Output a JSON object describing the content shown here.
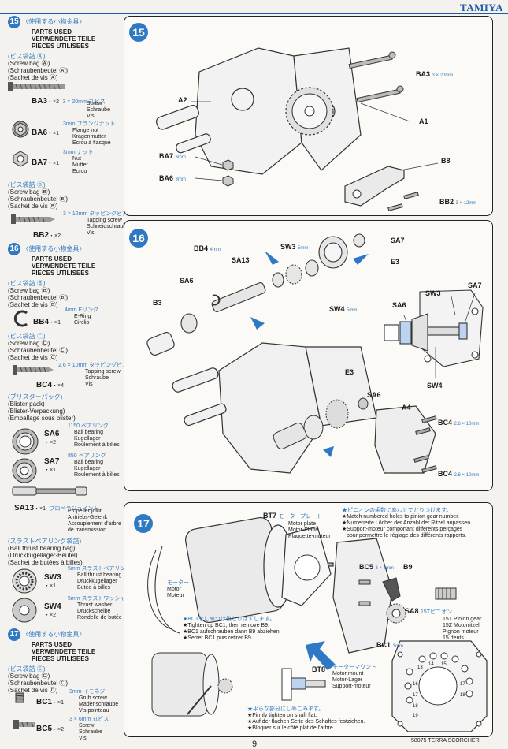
{
  "header": {
    "brand": "TAMIYA"
  },
  "left": {
    "s15": {
      "num": "15",
      "jp": "〈使用する小物金具〉",
      "title": [
        "PARTS USED",
        "VERWENDETE TEILE",
        "PIECES UTILISEES"
      ],
      "bagA": [
        "(ビス袋詰 Ⓐ)",
        "(Screw bag Ⓐ)",
        "(Schraubenbeutel Ⓐ)",
        "(Sachet de vis Ⓐ)"
      ],
      "parts": [
        {
          "code": "BA3",
          "qty": "・×2",
          "jp": "3 × 20mm 丸ビス",
          "desc": [
            "Screw",
            "Schraube",
            "Vis"
          ]
        },
        {
          "code": "BA6",
          "qty": "・×1",
          "jp": "3mm フランジナット",
          "desc": [
            "Flange nut",
            "Kragenmutter",
            "Ecrou à flasque"
          ]
        },
        {
          "code": "BA7",
          "qty": "・×1",
          "jp": "3mm ナット",
          "desc": [
            "Nut",
            "Mutter",
            "Ecrou"
          ]
        }
      ],
      "bagB": [
        "(ビス袋詰 Ⓑ)",
        "(Screw bag Ⓑ)",
        "(Schraubenbeutel Ⓑ)",
        "(Sachet de vis Ⓑ)"
      ],
      "partB": {
        "code": "BB2",
        "qty": "・×2",
        "jp": "3 × 12mm タッピングビス",
        "desc": [
          "Tapping screw",
          "Schneidschraube",
          "Vis"
        ]
      }
    },
    "s16": {
      "num": "16",
      "jp": "〈使用する小物金具〉",
      "title": [
        "PARTS USED",
        "VERWENDETE TEILE",
        "PIECES UTILISEES"
      ],
      "bagB": [
        "(ビス袋詰 Ⓑ)",
        "(Screw bag Ⓑ)",
        "(Schraubenbeutel Ⓑ)",
        "(Sachet de vis Ⓑ)"
      ],
      "bb4": {
        "code": "BB4",
        "qty": "・×1",
        "jp": "4mm Eリング",
        "desc": [
          "E-Ring",
          "Circlip"
        ]
      },
      "bagC": [
        "(ビス袋詰 Ⓒ)",
        "(Screw bag Ⓒ)",
        "(Schraubenbeutel Ⓒ)",
        "(Sachet de vis Ⓒ)"
      ],
      "bc4": {
        "code": "BC4",
        "qty": "・×4",
        "jp": "2.6 × 10mm タッピングビス",
        "desc": [
          "Tapping screw",
          "Schraube",
          "Vis"
        ]
      },
      "blister": [
        "(ブリスターパック)",
        "(Blister pack)",
        "(Blister-Verpackung)",
        "(Emballage sous blister)"
      ],
      "sa6": {
        "code": "SA6",
        "qty": "・×2",
        "jp": "1150 ベアリング",
        "desc": [
          "Ball bearing",
          "Kugellager",
          "Roulement à billes"
        ]
      },
      "sa7": {
        "code": "SA7",
        "qty": "・×1",
        "jp": "850 ベアリング",
        "desc": [
          "Ball bearing",
          "Kugellager",
          "Roulement à billes"
        ]
      },
      "sa13": {
        "code": "SA13",
        "qty": "・×1",
        "jp": "プロペラジョイント",
        "desc": [
          "Propeller joint",
          "Antriebs-Gelenk",
          "Accouplement d'arbre",
          "de transmission"
        ]
      },
      "thrust": [
        "(スラストベアリング袋詰)",
        "(Ball thrust bearing bag)",
        "(Druckkugellager-Beutel)",
        "(Sachet de butées à billes)"
      ],
      "sw3": {
        "code": "SW3",
        "qty": "・×1",
        "jp": "5mm スラストベアリング",
        "desc": [
          "Ball thrust bearing",
          "Druckkugellager",
          "Butée à billes"
        ]
      },
      "sw4": {
        "code": "SW4",
        "qty": "・×2",
        "jp": "5mm スラストワッシャー",
        "desc": [
          "Thrust washer",
          "Druckscheibe",
          "Rondelle de butée"
        ]
      }
    },
    "s17": {
      "num": "17",
      "jp": "〈使用する小物金具〉",
      "title": [
        "PARTS USED",
        "VERWENDETE TEILE",
        "PIECES UTILISEES"
      ],
      "bagC": [
        "(ビス袋詰 Ⓒ)",
        "(Screw bag Ⓒ)",
        "(Schraubenbeutel Ⓒ)",
        "(Sachet de vis Ⓒ)"
      ],
      "bc1": {
        "code": "BC1",
        "qty": "・×1",
        "jp": "3mm イモネジ",
        "desc": [
          "Grub screw",
          "Madenschraube",
          "Vis pointeau"
        ]
      },
      "bc5": {
        "code": "BC5",
        "qty": "・×2",
        "jp": "3 × 6mm 丸ビス",
        "desc": [
          "Screw",
          "Schraube",
          "Vis"
        ]
      }
    }
  },
  "step15": {
    "num": "15",
    "labels": {
      "ba3": "BA3",
      "ba3mm": "3 × 20mm",
      "a2": "A2",
      "a1": "A1",
      "b8": "B8",
      "ba7": "BA7",
      "ba7mm": "3mm",
      "ba6": "BA6",
      "ba6mm": "3mm",
      "bb2": "BB2",
      "bb2mm": "3 × 12mm"
    }
  },
  "step16": {
    "num": "16",
    "labels": {
      "bb4": "BB4",
      "bb4mm": "4mm",
      "sw3": "SW3",
      "sw3mm": "5mm",
      "sa7": "SA7",
      "e3": "E3",
      "sa13": "SA13",
      "sa6": "SA6",
      "sw4": "SW4",
      "sw4mm": "5mm",
      "b3": "B3",
      "e3b": "E3",
      "sa6b": "SA6",
      "a4": "A4",
      "bc4": "BC4",
      "bc4mm": "2.6 × 10mm",
      "bc4b": "BC4",
      "bc4bmm": "2.6 × 10mm",
      "dSa7": "SA7",
      "dSw3": "SW3",
      "dSa6": "SA6",
      "dSw4": "SW4"
    }
  },
  "step17": {
    "num": "17",
    "bt7": "BT7",
    "bt7jp": "モータープレート",
    "bt7desc": [
      "Motor plate",
      "Motor-Platte",
      "Plaquette-moteur"
    ],
    "motorjp": "モーター",
    "motor": [
      "Motor",
      "Moteur"
    ],
    "pinion_jp": "★ピニオンの歯数にあわせてとりつけます。",
    "pinion_note": [
      "★Match numbered holes to pinion gear number.",
      "★Numerierte Löcher der Anzahl der Ritzel anpassen.",
      "★Support-moteur comportant différents perçages",
      "pour permettre le réglage des différents rapports."
    ],
    "bc5": "BC5",
    "bc5mm": "3 × 6mm",
    "b9": "B9",
    "sa8": "SA8",
    "sa8jp": "15Tピニオン",
    "sa8desc": [
      "15T Pinion gear",
      "15Z Motorritzel",
      "Pignon moteur",
      "15 dents"
    ],
    "bc1": "BC1",
    "bc1mm": "3mm",
    "bc1_jp": "★BC1をしめつけ後とりはずします。",
    "bc1_note": [
      "★Tighten up BC1, then remove B9.",
      "★BC1 aufschrauben dann B9 abziehen.",
      "★Serrer BC1 puis retirer B9."
    ],
    "bt8": "BT8",
    "bt8jp": "モーターマウント",
    "bt8desc": [
      "Motor mount",
      "Motor-Lager",
      "Support-moteur"
    ],
    "flat_jp": "★平らな部分にしめこみます。",
    "flat_note": [
      "★Firmly tighten on shaft flat.",
      "★Auf der flachen Seite des Schaftes festziehen.",
      "★Bloquer sur le côté plat de l'arbre."
    ],
    "holes": [
      "13",
      "14",
      "15",
      "16",
      "17",
      "18",
      "19",
      "17",
      "18"
    ]
  },
  "footer": {
    "page": "9",
    "model": "58075 TERRA SCORCHER"
  }
}
